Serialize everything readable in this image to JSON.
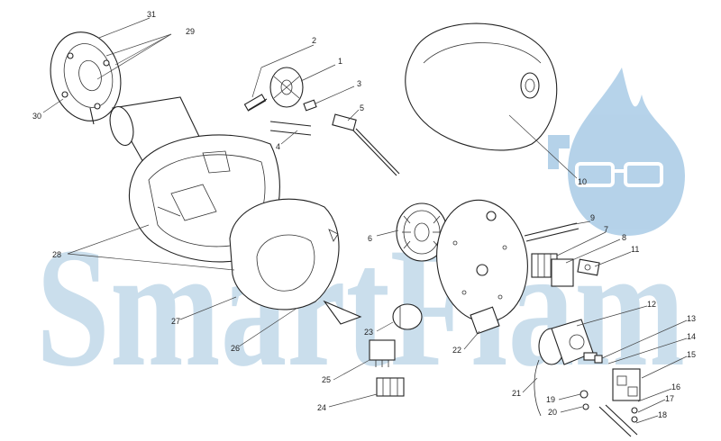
{
  "watermark": {
    "text": "SmartFlam",
    "color": "#b9d3e6",
    "flame_color": "#a9cbe6"
  },
  "part_numbers": [
    "1",
    "2",
    "3",
    "4",
    "5",
    "6",
    "7",
    "8",
    "9",
    "10",
    "11",
    "12",
    "13",
    "14",
    "15",
    "16",
    "17",
    "18",
    "19",
    "20",
    "21",
    "22",
    "23",
    "24",
    "25",
    "26",
    "27",
    "28",
    "29",
    "30",
    "31"
  ]
}
